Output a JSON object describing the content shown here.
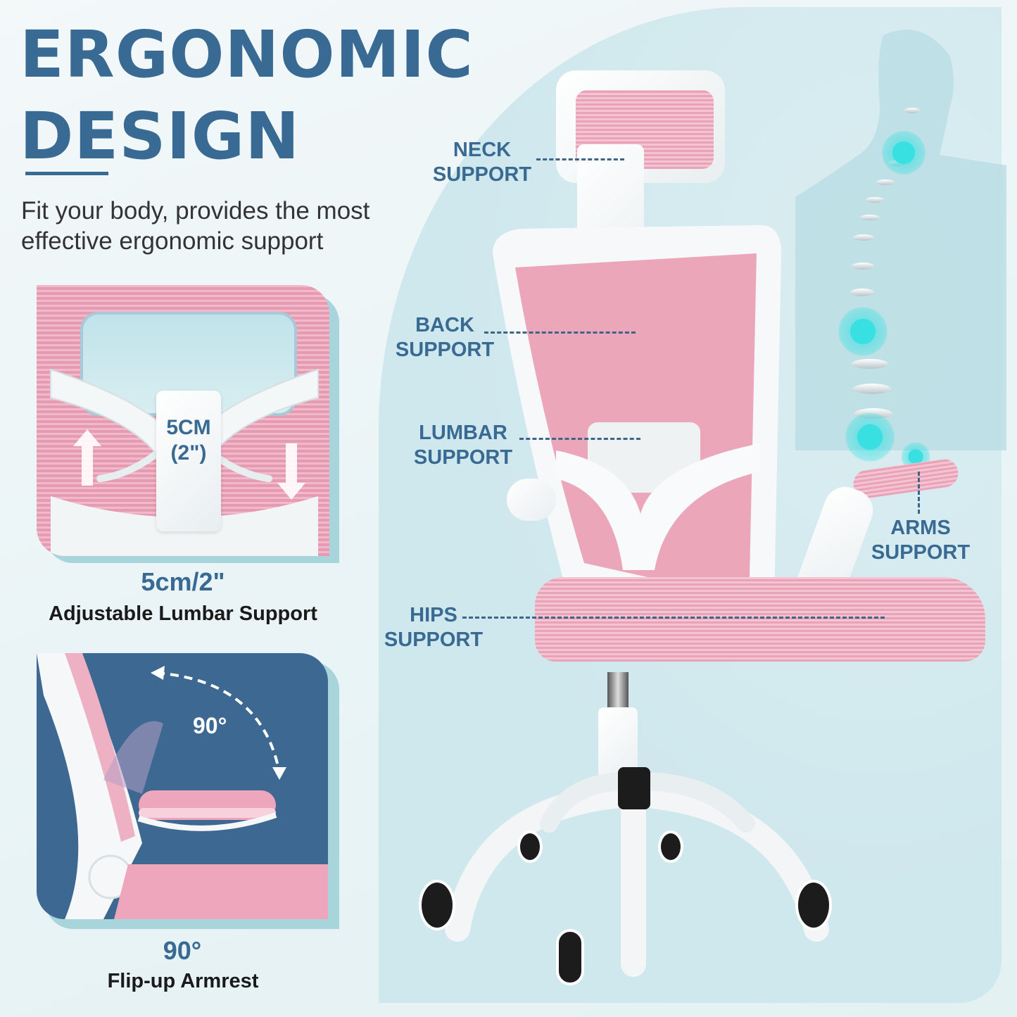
{
  "headline": {
    "line1": "ERGONOMIC",
    "line2": "DESIGN",
    "subtitle_line1": "Fit your body, provides the most",
    "subtitle_line2": "effective ergonomic support"
  },
  "feature_cards": [
    {
      "id": "lumbar",
      "overlay_text_line1": "5CM",
      "overlay_text_line2": "(2\")",
      "caption_value": "5cm/2\"",
      "caption_label": "Adjustable Lumbar Support",
      "icons": [
        "arrow-up-icon",
        "arrow-down-icon"
      ]
    },
    {
      "id": "armrest",
      "overlay_text": "90°",
      "caption_value": "90°",
      "caption_label": "Flip-up Armrest",
      "icons": [
        "curved-dashed-arrow-icon"
      ]
    }
  ],
  "support_labels": [
    {
      "id": "neck",
      "line1": "NECK",
      "line2": "SUPPORT"
    },
    {
      "id": "back",
      "line1": "BACK",
      "line2": "SUPPORT"
    },
    {
      "id": "lumbar",
      "line1": "LUMBAR",
      "line2": "SUPPORT"
    },
    {
      "id": "arms",
      "line1": "ARMS",
      "line2": "SUPPORT"
    },
    {
      "id": "hips",
      "line1": "HIPS",
      "line2": "SUPPORT"
    }
  ],
  "colors": {
    "brand_blue": "#386a93",
    "panel_teal": "#cfe8ed",
    "mesh_pink": "#e9a3b8",
    "glow_cyan": "#38e0e2",
    "card_navy": "#3c6891"
  }
}
